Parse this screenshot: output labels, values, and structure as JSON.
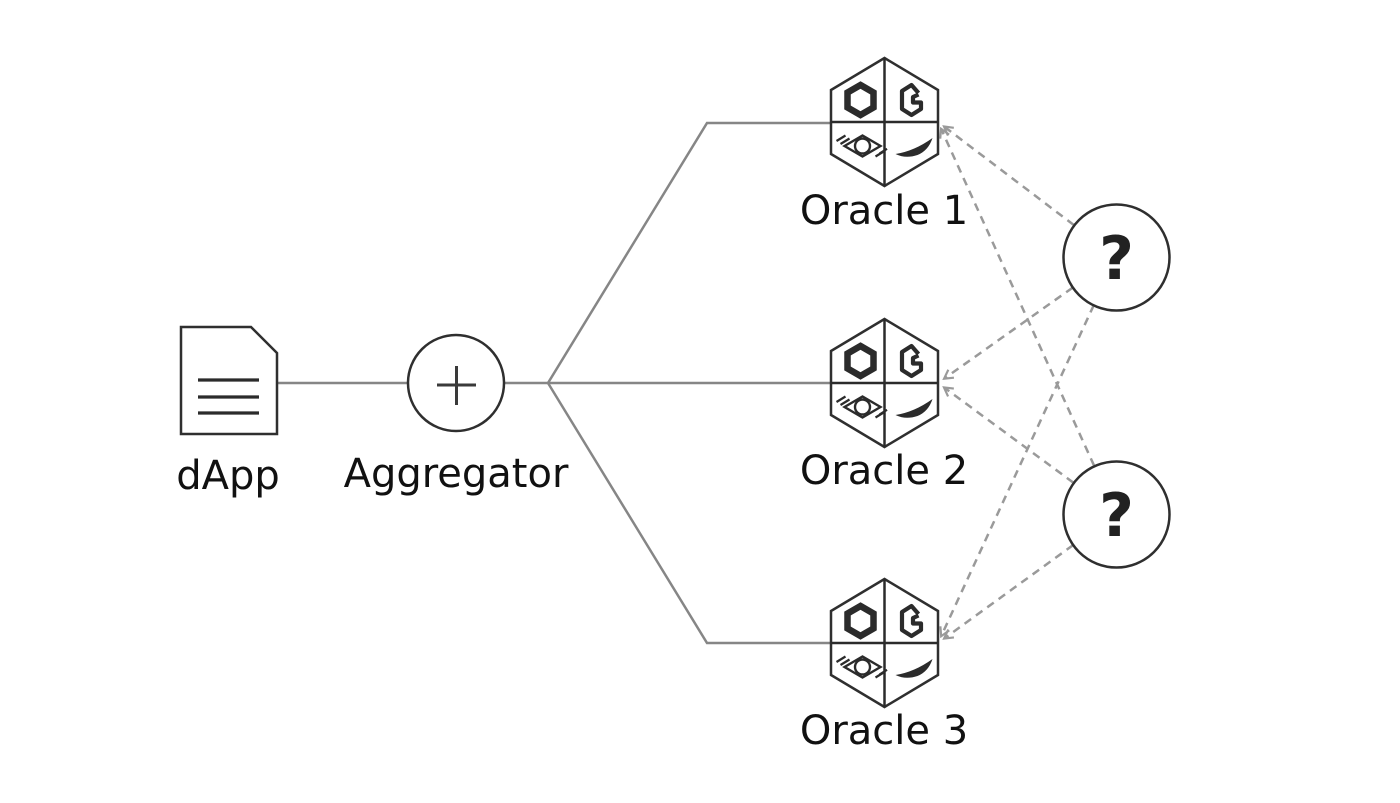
{
  "diagram": {
    "nodes": {
      "dapp": {
        "label": "dApp",
        "icon": "document-icon"
      },
      "aggregator": {
        "label": "Aggregator",
        "icon": "plus-circle-icon"
      },
      "oracles": [
        {
          "label": "Oracle 1",
          "icon": "oracle-logos-hexagon-icon"
        },
        {
          "label": "Oracle 2",
          "icon": "oracle-logos-hexagon-icon"
        },
        {
          "label": "Oracle 3",
          "icon": "oracle-logos-hexagon-icon"
        }
      ],
      "unknown_sources": [
        {
          "label": "?"
        },
        {
          "label": "?"
        }
      ]
    },
    "oracle_logo_icons": [
      "chainlink-hexagon-icon",
      "hex-g-mark-icon",
      "eye-diamond-icon",
      "swoosh-icon"
    ],
    "edges": {
      "solid": [
        {
          "from": "dapp",
          "to": "aggregator",
          "style": "solid"
        },
        {
          "from": "aggregator",
          "to": "oracle-1",
          "style": "solid-elbow"
        },
        {
          "from": "aggregator",
          "to": "oracle-2",
          "style": "solid"
        },
        {
          "from": "aggregator",
          "to": "oracle-3",
          "style": "solid-elbow"
        }
      ],
      "dashed": [
        {
          "from": "unknown-source-1",
          "to": "oracle-1",
          "style": "dashed-arrow"
        },
        {
          "from": "unknown-source-1",
          "to": "oracle-2",
          "style": "dashed-arrow"
        },
        {
          "from": "unknown-source-1",
          "to": "oracle-3",
          "style": "dashed-arrow"
        },
        {
          "from": "unknown-source-2",
          "to": "oracle-1",
          "style": "dashed-arrow"
        },
        {
          "from": "unknown-source-2",
          "to": "oracle-2",
          "style": "dashed-arrow"
        },
        {
          "from": "unknown-source-2",
          "to": "oracle-3",
          "style": "dashed-arrow"
        }
      ]
    },
    "colors": {
      "background": "#ffffff",
      "solid_line": "#868686",
      "dashed_line": "#9a9a9a",
      "shape_outline": "#2f2f2f",
      "text": "#111111"
    }
  }
}
